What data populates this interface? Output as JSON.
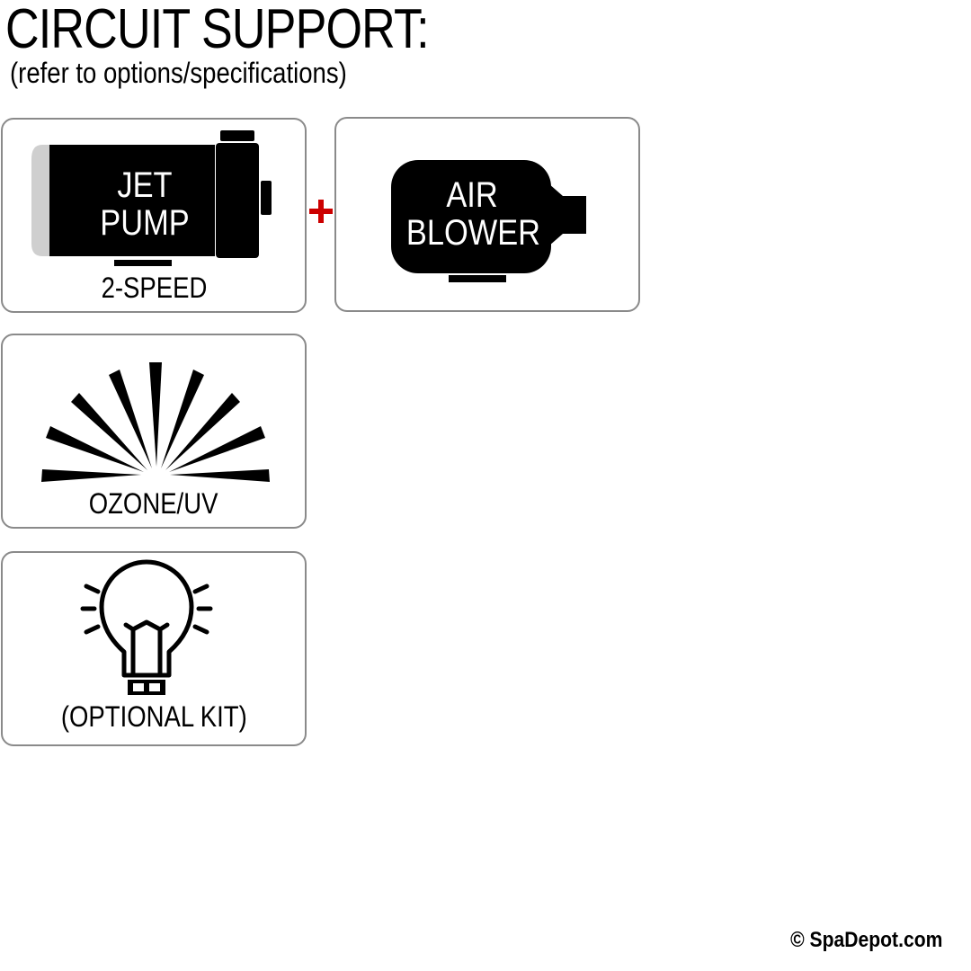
{
  "header": {
    "title": "CIRCUIT SUPPORT:",
    "subtitle": "(refer to options/specifications)"
  },
  "cards": {
    "jet_pump": {
      "icon_line1": "JET",
      "icon_line2": "PUMP",
      "label": "2-SPEED"
    },
    "air_blower": {
      "icon_line1": "AIR",
      "icon_line2": "BLOWER"
    },
    "ozone": {
      "label": "OZONE/UV"
    },
    "light": {
      "label": "(OPTIONAL KIT)"
    }
  },
  "plus_color": "#cc0000",
  "footer": {
    "copyright": "© SpaDepot.com"
  }
}
